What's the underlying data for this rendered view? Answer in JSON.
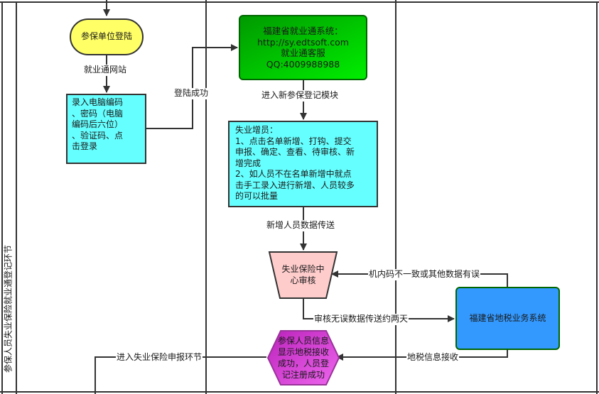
{
  "lane": {
    "title": "参保人员失业保险就业通登记环节"
  },
  "nodes": {
    "start": {
      "label": "参保单位登陆",
      "color": "#ffff66"
    },
    "login_input": {
      "lines": [
        "录入电脑编码",
        "、密码（电脑",
        "编码后六位）",
        "、验证码、点",
        "击登录"
      ],
      "color": "#66ffff"
    },
    "system": {
      "lines": [
        "福建省就业通系统：",
        "http://sy.edtsoft.com",
        "就业通客服",
        "QQ:4009988988"
      ],
      "color": "#00cc00"
    },
    "add_staff": {
      "lines": [
        "失业增员：",
        "1、点击名单新增、打钩、提交",
        "申报、确定、查看、待审核、新",
        "增完成",
        "2、如人员不在名单新增中就点",
        "击手工录入进行新增、人员较多",
        "的可以批量"
      ],
      "color": "#66ffff"
    },
    "review": {
      "lines": [
        "失业保险中",
        "心审核"
      ],
      "color": "#ffcccc"
    },
    "tax_system": {
      "label": "福建省地税业务系统",
      "color": "#3399ff"
    },
    "result": {
      "lines": [
        "参保人员信息",
        "显示地税接收",
        "成功，人员登",
        "记注册成功"
      ],
      "color": "#cc33cc"
    }
  },
  "edges": {
    "website": "就业通网站",
    "login_success": "登陆成功",
    "enter_module": "进入新参保登记模块",
    "data_transfer": "新增人员数据传送",
    "mismatch": "机内码不一致或其他数据有误",
    "no_error": "审核无误数据传送约两天",
    "tax_receive": "地税信息接收",
    "next_stage": "进入失业保险申报环节"
  }
}
